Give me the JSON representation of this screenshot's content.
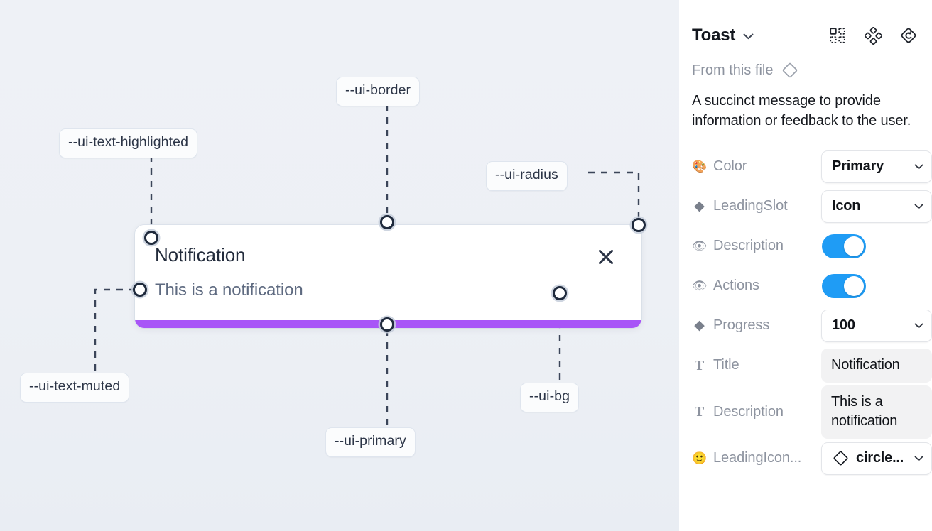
{
  "canvas": {
    "background_color": "#eef1f6",
    "toast": {
      "title": "Notification",
      "description": "This is a notification",
      "close_icon": "close-x-icon",
      "progress_color": "#a855f7",
      "background_color": "#ffffff"
    },
    "tokens": [
      {
        "id": "ui-text-highlighted",
        "label": "--ui-text-highlighted"
      },
      {
        "id": "ui-border",
        "label": "--ui-border"
      },
      {
        "id": "ui-radius",
        "label": "--ui-radius"
      },
      {
        "id": "ui-text-muted",
        "label": "--ui-text-muted"
      },
      {
        "id": "ui-primary",
        "label": "--ui-primary"
      },
      {
        "id": "ui-bg",
        "label": "--ui-bg"
      }
    ]
  },
  "panel": {
    "title": "Toast",
    "title_chevron": "chevron-down-icon",
    "header_icons": [
      {
        "name": "component-grid-icon"
      },
      {
        "name": "variants-diamond-icon"
      },
      {
        "name": "reset-instance-icon"
      }
    ],
    "from_file_label": "From this file",
    "from_file_icon": "diamond-outline-icon",
    "component_description": "A succinct message to provide information or feedback to the user.",
    "properties": [
      {
        "icon": "palette-emoji-icon",
        "icon_glyph": "🎨",
        "icon_kind": "emoji",
        "label": "Color",
        "control": "select",
        "value": "Primary"
      },
      {
        "icon": "diamond-filled-icon",
        "icon_glyph": "◆",
        "icon_kind": "diamond",
        "label": "LeadingSlot",
        "control": "select",
        "value": "Icon"
      },
      {
        "icon": "eye-emoji-icon",
        "icon_glyph": "👁",
        "icon_kind": "emoji",
        "label": "Description",
        "control": "toggle",
        "value": "on"
      },
      {
        "icon": "eye-emoji-icon",
        "icon_glyph": "👁",
        "icon_kind": "emoji",
        "label": "Actions",
        "control": "toggle",
        "value": "on"
      },
      {
        "icon": "diamond-filled-icon",
        "icon_glyph": "◆",
        "icon_kind": "diamond",
        "label": "Progress",
        "control": "select",
        "value": "100"
      },
      {
        "icon": "text-type-icon",
        "icon_glyph": "T",
        "icon_kind": "t",
        "label": "Title",
        "control": "text",
        "value": "Notification"
      },
      {
        "icon": "text-type-icon",
        "icon_glyph": "T",
        "icon_kind": "t",
        "label": "Description",
        "control": "text",
        "value": "This is a notification"
      },
      {
        "icon": "smiley-emoji-icon",
        "icon_glyph": "🙂",
        "icon_kind": "emoji",
        "label": "LeadingIcon...",
        "control": "select-with-icon",
        "lead_icon": "diamond-outline-icon",
        "value": "circle..."
      }
    ],
    "toggle_on_color": "#1f9cf5",
    "field_background": "#f2f2f3"
  }
}
